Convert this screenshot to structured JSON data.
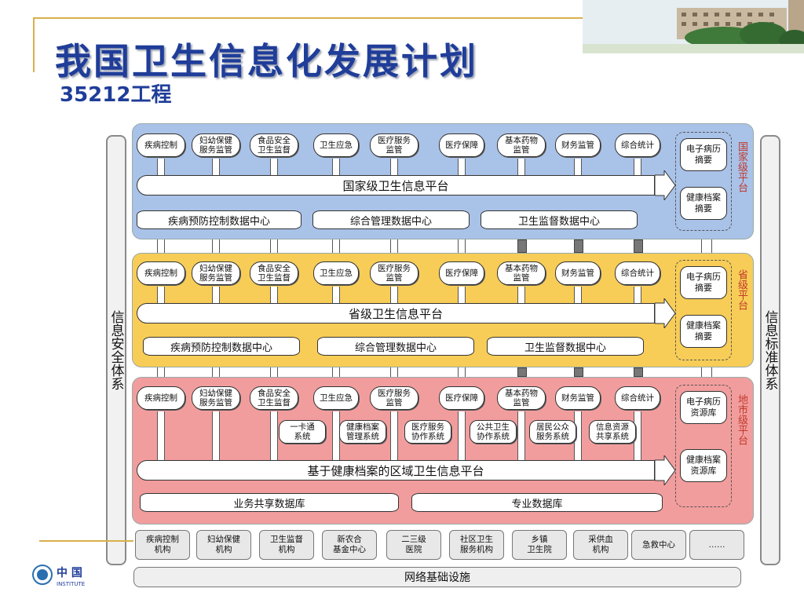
{
  "title": "我国卫生信息化发展计划",
  "subtitle": "35212工程",
  "left_column_label": "信息安全体系",
  "right_column_label": "信息标准体系",
  "national": {
    "services": [
      "疾病控制",
      "妇幼保健\n服务监管",
      "食品安全\n卫生监督",
      "卫生应急",
      "医疗服务\n监管",
      "医疗保障",
      "基本药物\n监管",
      "财务监管",
      "综合统计"
    ],
    "platform": "国家级卫生信息平台",
    "databases": [
      "疾病预防控制数据中心",
      "综合管理数据中心",
      "卫生监督数据中心"
    ],
    "right_cards": [
      "电子病历\n摘要",
      "健康档案\n摘要"
    ],
    "side_label": "国家级平台"
  },
  "provincial": {
    "services": [
      "疾病控制",
      "妇幼保健\n服务监管",
      "食品安全\n卫生监督",
      "卫生应急",
      "医疗服务\n监管",
      "医疗保障",
      "基本药物\n监管",
      "财务监管",
      "综合统计"
    ],
    "platform": "省级卫生信息平台",
    "databases": [
      "疾病预防控制数据中心",
      "综合管理数据中心",
      "卫生监督数据中心"
    ],
    "right_cards": [
      "电子病历\n摘要",
      "健康档案\n摘要"
    ],
    "side_label": "省级平台"
  },
  "municipal": {
    "services": [
      "疾病控制",
      "妇幼保健\n服务监管",
      "食品安全\n卫生监督",
      "卫生应急",
      "医疗服务\n监管",
      "医疗保障",
      "基本药物\n监管",
      "财务监管",
      "综合统计"
    ],
    "systems": [
      "一卡通\n系统",
      "健康档案\n管理系统",
      "医疗服务\n协作系统",
      "公共卫生\n协作系统",
      "居民公众\n服务系统",
      "信息资源\n共享系统"
    ],
    "platform": "基于健康档案的区域卫生信息平台",
    "databases": [
      "业务共享数据库",
      "专业数据库"
    ],
    "right_cards": [
      "电子病历\n资源库",
      "健康档案\n资源库"
    ],
    "side_label": "地市级平台"
  },
  "institutions": [
    "疾病控制\n机构",
    "妇幼保健\n机构",
    "卫生监督\n机构",
    "新农合\n基金中心",
    "二三级\n医院",
    "社区卫生\n服务机构",
    "乡镇\n卫生院",
    "采供血\n机构",
    "急救中心",
    "……"
  ],
  "infrastructure": "网络基础设施",
  "logo_text": "INSTITUTE",
  "colors": {
    "title": "#1f3d99",
    "national": "#a9c2e8",
    "provincial": "#f7cd57",
    "municipal": "#f29d9d",
    "gold": "#d8b04a"
  }
}
